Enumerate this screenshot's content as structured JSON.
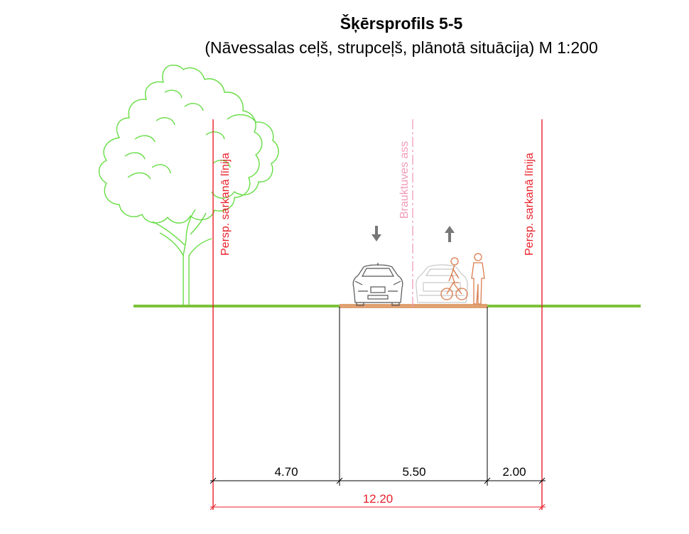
{
  "title": "Šķērsprofils 5-5",
  "subtitle": "(Nāvessalas ceļš, strupceļš, plānotā situācija) M 1:200",
  "labels": {
    "red_line_left": "Persp. sarkanā līnija",
    "red_line_right": "Persp. sarkanā līnija",
    "axis": "Brauktuves ass"
  },
  "dimensions": {
    "left": "4.70",
    "middle": "5.50",
    "right": "2.00",
    "total": "12.20"
  },
  "colors": {
    "red_line": "#e8202a",
    "axis_line": "#f29bb7",
    "ground": "#7cc23a",
    "tree": "#66dd44",
    "pavement": "#e0a070",
    "figures": "#d97c4c",
    "car": "#666666",
    "dim_line": "#000000"
  }
}
